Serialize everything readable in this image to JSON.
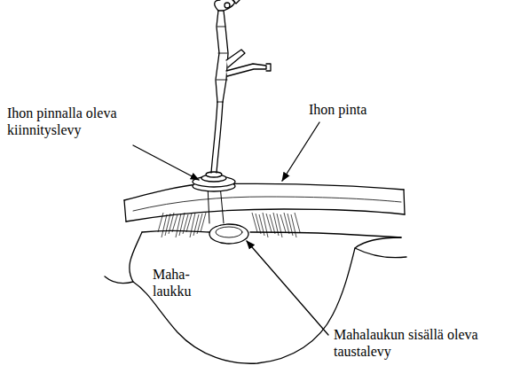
{
  "diagram": {
    "labels": [
      "Ihon pinnalla oleva kiinnityslevy",
      "Ihon pinta",
      "Maha- laukku",
      "Mahalaukun sisällä oleva taustalevy"
    ]
  }
}
